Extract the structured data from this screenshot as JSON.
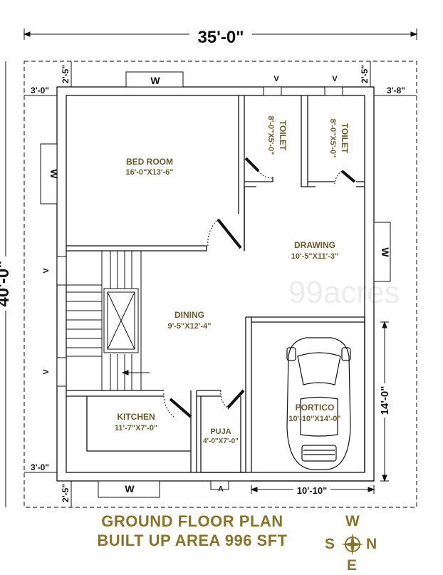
{
  "overall_width": "35'-0\"",
  "overall_length": "40'-0\"",
  "setbacks": {
    "top_left": "2'-5\"",
    "top_right": "2'-5\"",
    "left_top": "3'-0\"",
    "right_top": "3'-8\"",
    "left_bottom": "3'-0\"",
    "bottom_left": "2'-5\""
  },
  "rooms": {
    "bedroom": {
      "name": "BED ROOM",
      "size": "16'-0\"X13'-6\""
    },
    "toilet1": {
      "name": "TOILET",
      "size": "8'-0\"X5'-0\""
    },
    "toilet2": {
      "name": "TOILET",
      "size": "8'-0\"X5'-0\""
    },
    "drawing": {
      "name": "DRAWING",
      "size": "10'-5\"X11'-3\""
    },
    "dining": {
      "name": "DINING",
      "size": "9'-5\"X12'-4\""
    },
    "kitchen": {
      "name": "KITCHEN",
      "size": "11'-7\"X7'-0\""
    },
    "puja": {
      "name": "PUJA",
      "size": "4'-0\"X7'-0\""
    },
    "portico": {
      "name": "PORTICO",
      "size": "10'-10\"X14'-0\""
    }
  },
  "portico_length": "14'-0\"",
  "portico_width": "10'-10\"",
  "window_label": "W",
  "vent_label": "V",
  "watermark": "99acres",
  "title": {
    "line1": "GROUND FLOOR PLAN",
    "line2": "BUILT UP AREA 996 SFT"
  },
  "compass": {
    "north": "N",
    "south": "S",
    "east": "E",
    "west": "W"
  },
  "colors": {
    "label": "#6b5a2a",
    "title": "#8a7328",
    "line": "#111111"
  }
}
